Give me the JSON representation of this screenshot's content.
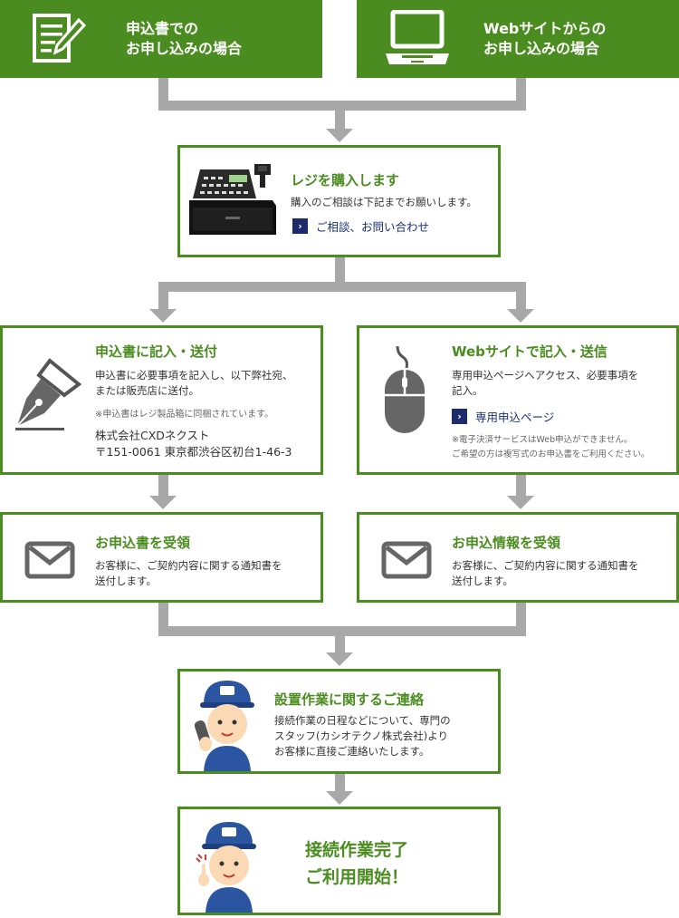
{
  "top": {
    "paper_label": "申込書での\nお申し込みの場合",
    "web_label": "Webサイトからの\nお申し込みの場合"
  },
  "register": {
    "title": "レジを購入します",
    "text": "購入のご相談は下記までお願いします。",
    "link": "ご相談、お問い合わせ"
  },
  "paper_fill": {
    "title": "申込書に記入・送付",
    "text": "申込書に必要事項を記入し、以下弊社宛、\nまたは販売店に送付。",
    "note": "※申込書はレジ製品箱に同梱されています。",
    "company": "株式会社CXDネクスト",
    "address": "〒151-0061 東京都渋谷区初台1-46-3"
  },
  "web_fill": {
    "title": "Webサイトで記入・送信",
    "text": "専用申込ページへアクセス、必要事項を\n記入。",
    "link": "専用申込ページ",
    "note": "※電子決済サービスはWeb申込ができません。\nご希望の方は複写式のお申込書をご利用ください。"
  },
  "paper_receive": {
    "title": "お申込書を受領",
    "text": "お客様に、ご契約内容に関する通知書を\n送付します。"
  },
  "web_receive": {
    "title": "お申込情報を受領",
    "text": "お客様に、ご契約内容に関する通知書を\n送付します。"
  },
  "install": {
    "title": "設置作業に関するご連絡",
    "text": "接続作業の日程などについて、専門の\nスタッフ(カシオテクノ株式会社)より\nお客様に直接ご連絡いたします。"
  },
  "complete": {
    "title": "接続作業完了\nご利用開始！"
  },
  "colors": {
    "accent": "#4a8c1f",
    "connector": "#a8a8a8",
    "link": "#1a2f7a"
  }
}
